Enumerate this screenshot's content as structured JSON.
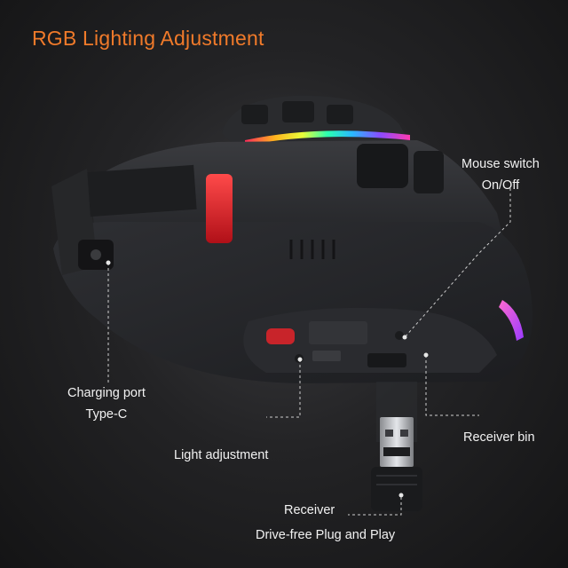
{
  "title": "RGB Lighting Adjustment",
  "callouts": {
    "mouse_switch_line1": "Mouse switch",
    "mouse_switch_line2": "On/Off",
    "charging_line1": "Charging port",
    "charging_line2": "Type-C",
    "light_adjustment": "Light adjustment",
    "receiver_bin": "Receiver bin",
    "receiver": "Receiver",
    "drive_free": "Drive-free Plug and Play"
  },
  "colors": {
    "title": "#f07a2a",
    "label": "#f2f2f2",
    "body": "#2b2c2f",
    "button_red": "#c8242a"
  }
}
